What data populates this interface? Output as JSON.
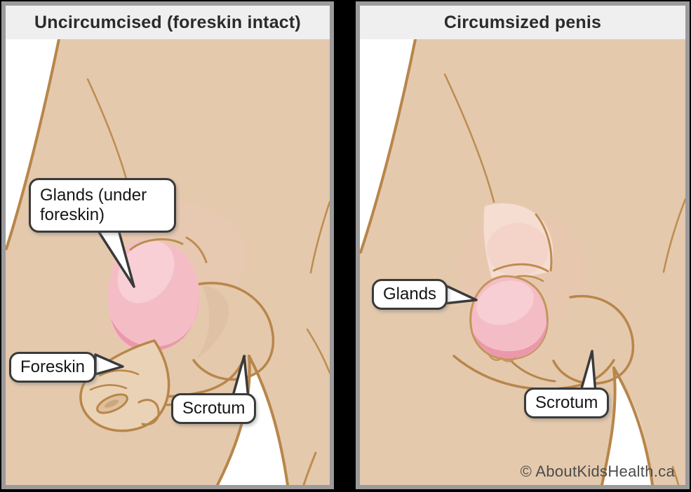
{
  "panels": [
    {
      "title": "Uncircumcised (foreskin intact)",
      "callouts": [
        {
          "id": "glands",
          "text": "Glands (under foreskin)"
        },
        {
          "id": "foreskin",
          "text": "Foreskin"
        },
        {
          "id": "scrotum",
          "text": "Scrotum"
        }
      ]
    },
    {
      "title": "Circumsized penis",
      "callouts": [
        {
          "id": "glands",
          "text": "Glands"
        },
        {
          "id": "scrotum",
          "text": "Scrotum"
        }
      ]
    }
  ],
  "watermark": "© AboutKidsHealth.ca",
  "colors": {
    "page_background": "#000000",
    "panel_border": "#9b9a9c",
    "title_bar_bg": "#efefef",
    "title_text": "#2b2b2b",
    "skin": "#e4c9ad",
    "outline_tan": "#b8864a",
    "pink": "#f4bdc6",
    "pink_deep": "#eb98ab",
    "pink_light": "#f8d6da",
    "foreskin_skin": "#ead2b6",
    "callout_border": "#3a3a3a",
    "watermark_text": "#4b4b4b"
  }
}
